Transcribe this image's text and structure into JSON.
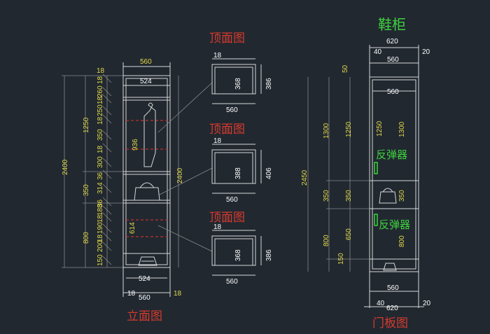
{
  "titles": {
    "elevation": "立面图",
    "top_view_1": "顶面图",
    "top_view_2": "顶面图",
    "top_view_3": "顶面图",
    "shoe_cabinet": "鞋柜",
    "door_panel": "门板图",
    "rebound_1": "反弹器",
    "rebound_2": "反弹器"
  },
  "elevation": {
    "top_width": "560",
    "top_18": "18",
    "inner_width": "524",
    "bottom_inner": "524",
    "bottom_width": "560",
    "bottom_18_left": "18",
    "bottom_18_right": "18",
    "total_height": "2400",
    "total_height_right": "2400",
    "upper_height": "1250",
    "mid_height": "350",
    "lower_height": "800",
    "segments": [
      "18",
      "260",
      "18",
      "250",
      "18",
      "350",
      "18",
      "300",
      "36",
      "314",
      "36",
      "188",
      "18",
      "190",
      "18",
      "200",
      "150"
    ],
    "hang_height": "936",
    "lower_inner": "614"
  },
  "top_views": [
    {
      "depth_label": "18",
      "inner": "368",
      "outer": "386",
      "width": "560"
    },
    {
      "depth_label": "18",
      "inner": "388",
      "outer": "406",
      "width": "560"
    },
    {
      "depth_label": "18",
      "inner": "368",
      "outer": "386",
      "width": "560"
    }
  ],
  "shoe": {
    "top_total": "620",
    "top_left": "40",
    "top_right": "20",
    "top_mid": "560",
    "top_gap": "50",
    "inner_width": "560",
    "total_height": "2450",
    "upper_outer": "1300",
    "upper_inner": "1250",
    "upper_panel_a": "1250",
    "upper_panel_b": "1300",
    "mid_outer": "350",
    "mid_inner": "350",
    "mid_panel": "350",
    "lower_outer": "800",
    "lower_inner": "650",
    "lower_panel": "800",
    "base": "150",
    "bottom_mid": "560",
    "bottom_left": "40",
    "bottom_total": "620",
    "bottom_right": "20"
  }
}
